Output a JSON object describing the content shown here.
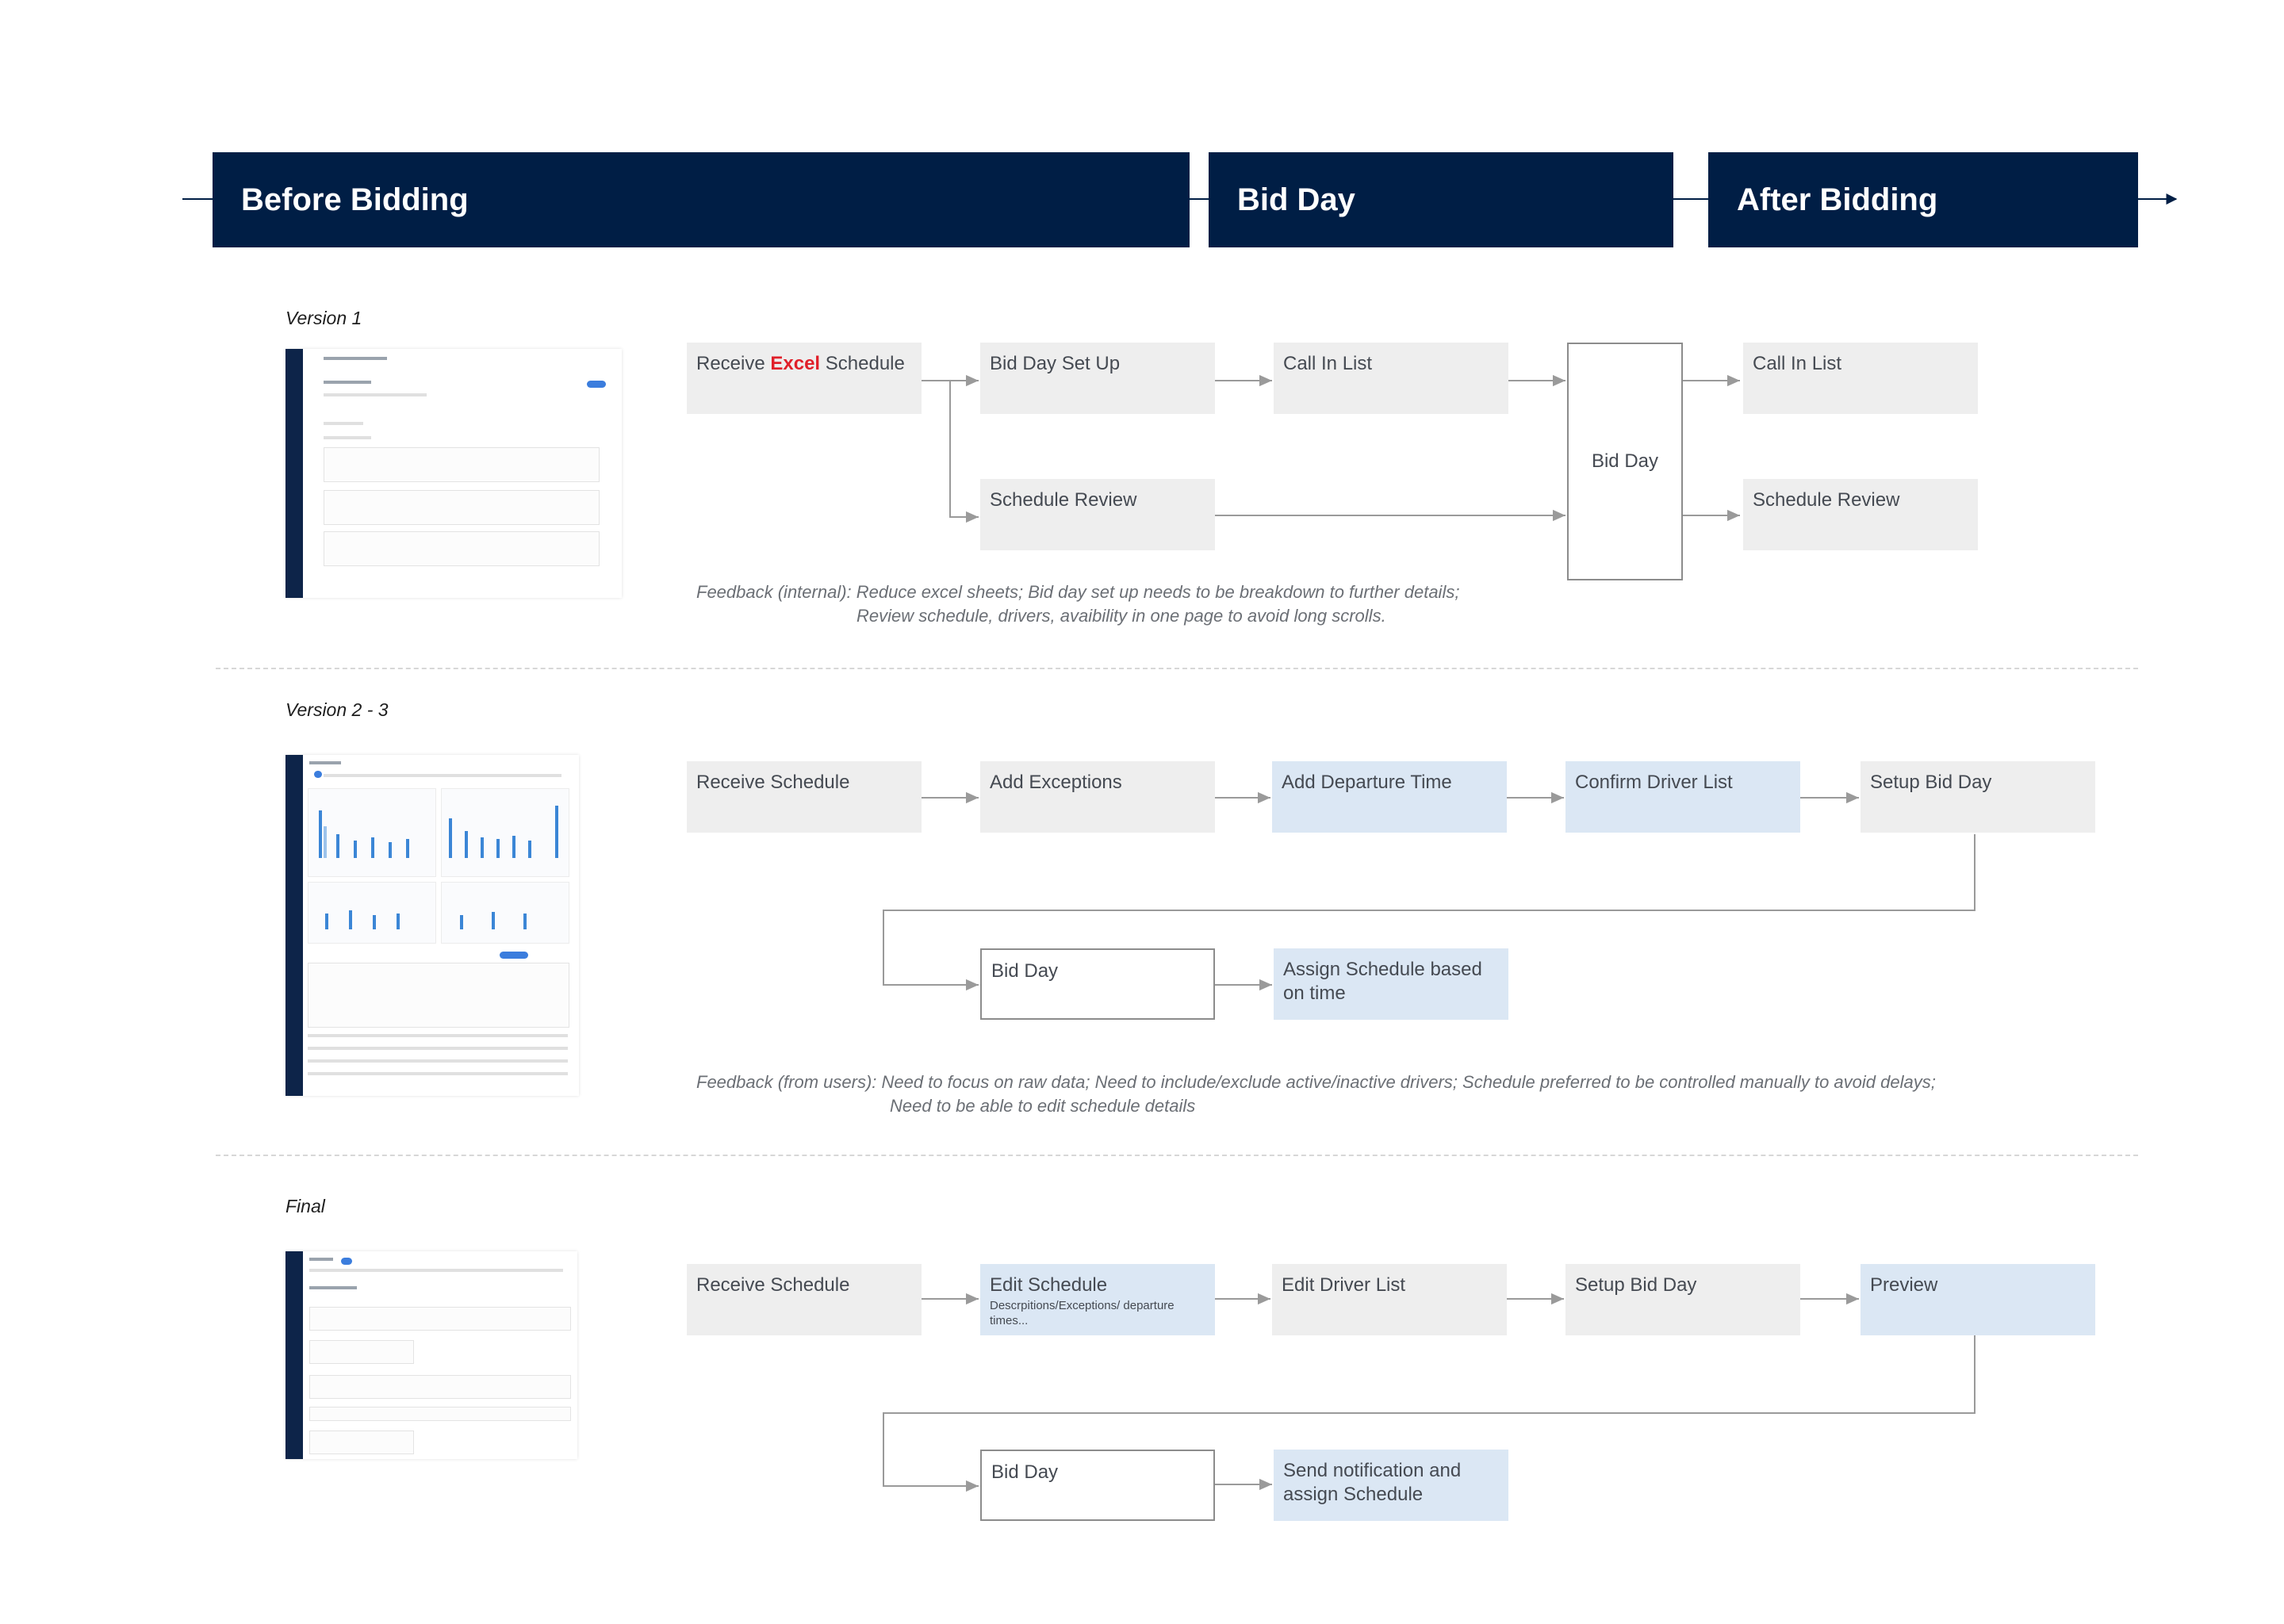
{
  "phases": {
    "before": "Before Bidding",
    "bidday": "Bid Day",
    "after": "After Bidding"
  },
  "colors": {
    "header": "#001e45",
    "gray_box": "#eeeeee",
    "blue_box": "#dbe7f4",
    "excel_highlight": "#e0202a",
    "connector": "#9a9a9a"
  },
  "v1": {
    "title": "Version 1",
    "receive_pre": "Receive ",
    "receive_excel": "Excel",
    "receive_post": " Schedule",
    "setup": "Bid Day Set Up",
    "call1": "Call In List",
    "review1": "Schedule Review",
    "bidday": "Bid Day",
    "call2": "Call In List",
    "review2": "Schedule Review",
    "feedback_line1": "Feedback (internal): Reduce excel sheets; Bid day set up needs to be breakdown to further details;",
    "feedback_line2": "Review schedule, drivers, avaibility in one page to avoid long scrolls."
  },
  "v2": {
    "title": "Version 2 - 3",
    "receive": "Receive Schedule",
    "exceptions": "Add Exceptions",
    "departure": "Add Departure Time",
    "confirm": "Confirm Driver List",
    "setup": "Setup Bid Day",
    "bidday": "Bid Day",
    "assign": "Assign Schedule based on time",
    "feedback_line1": "Feedback (from users):  Need to focus on raw data; Need to include/exclude active/inactive drivers; Schedule preferred to be controlled manually to avoid delays;",
    "feedback_line2": "Need to be able to edit schedule details"
  },
  "final": {
    "title": "Final",
    "receive": "Receive Schedule",
    "edit": "Edit Schedule",
    "edit_sub": "Descrpitions/Exceptions/ departure times...",
    "driverlist": "Edit Driver List",
    "setup": "Setup Bid Day",
    "preview": "Preview",
    "bidday": "Bid Day",
    "notify": "Send notification and assign Schedule"
  }
}
